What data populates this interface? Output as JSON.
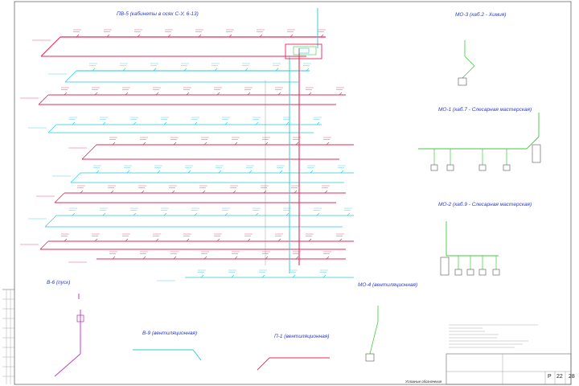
{
  "titles": {
    "pv5": "ПВ-5 (кабинеты в осях С-У, 6-13)",
    "mo3": "МО-3 (каб.2 - Химия)",
    "mo1": "МО-1 (каб.7 - Слесарная мастерская)",
    "mo2": "МО-2 (каб.9 - Слесарная мастерская)",
    "v6": "В-6 (пуск)",
    "v9": "В-9 (вентиляционная)",
    "p1": "П-1 (вентиляционная)",
    "mo4": "МО-4 (вентиляционная)"
  },
  "legend_label": "Условные обозначения",
  "title_block": {
    "stage": "Р",
    "sheet": "22",
    "sheets": "28"
  },
  "colors": {
    "supply": "#e8285a",
    "exhaust": "#28c8d8",
    "local": "#40c840",
    "v6": "#c040c0",
    "title": "#2a3cc8"
  }
}
